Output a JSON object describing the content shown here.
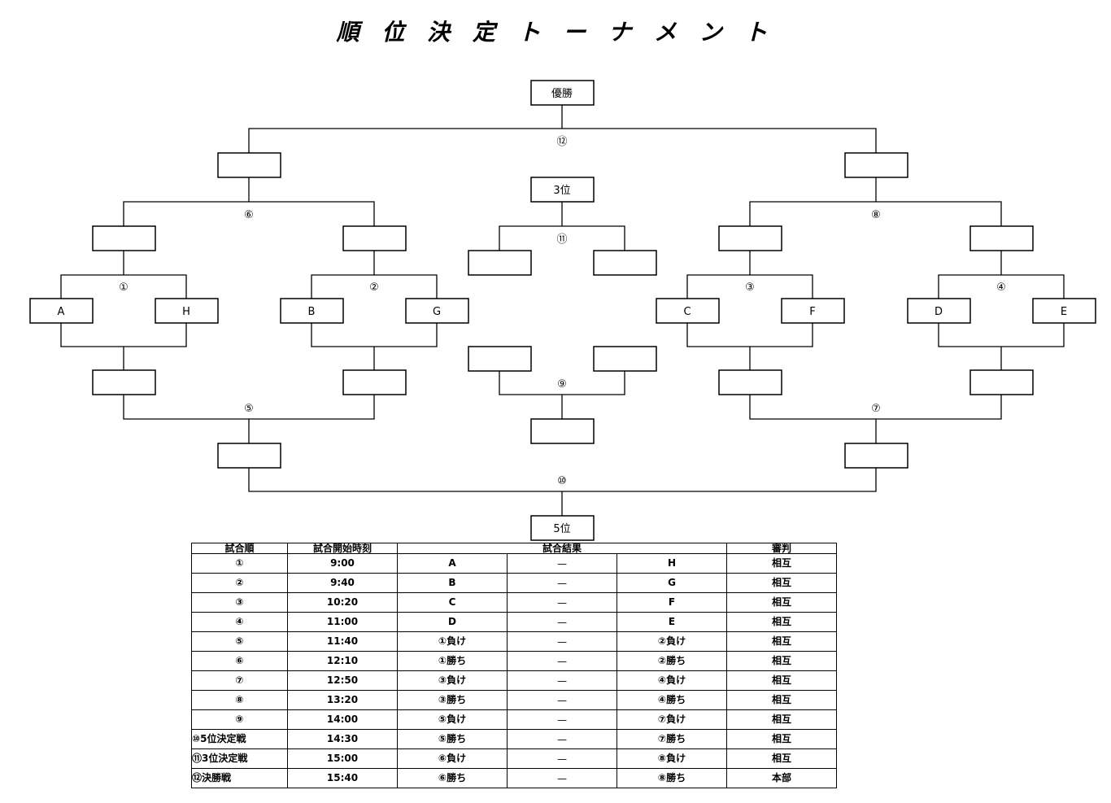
{
  "title": "順 位 決 定 ト ー ナ メ ン ト",
  "bracket": {
    "winner_label": "優勝",
    "third_label": "3位",
    "fifth_label": "5位",
    "teams": [
      "A",
      "H",
      "B",
      "G",
      "C",
      "F",
      "D",
      "E"
    ],
    "match_numbers": {
      "m1": "①",
      "m2": "②",
      "m3": "③",
      "m4": "④",
      "m5": "⑤",
      "m6": "⑥",
      "m7": "⑦",
      "m8": "⑧",
      "m9": "⑨",
      "m10": "⑩",
      "m11": "⑪",
      "m12": "⑫"
    }
  },
  "schedule": {
    "headers": {
      "order": "試合順",
      "start": "試合開始時刻",
      "result": "試合結果",
      "referee": "審判"
    },
    "vs_mark": "—",
    "rows": [
      {
        "order": "①",
        "time": "9:00",
        "left": "A",
        "right": "H",
        "referee": "相互"
      },
      {
        "order": "②",
        "time": "9:40",
        "left": "B",
        "right": "G",
        "referee": "相互"
      },
      {
        "order": "③",
        "time": "10:20",
        "left": "C",
        "right": "F",
        "referee": "相互"
      },
      {
        "order": "④",
        "time": "11:00",
        "left": "D",
        "right": "E",
        "referee": "相互"
      },
      {
        "order": "⑤",
        "time": "11:40",
        "left": "①負け",
        "right": "②負け",
        "referee": "相互"
      },
      {
        "order": "⑥",
        "time": "12:10",
        "left": "①勝ち",
        "right": "②勝ち",
        "referee": "相互"
      },
      {
        "order": "⑦",
        "time": "12:50",
        "left": "③負け",
        "right": "④負け",
        "referee": "相互"
      },
      {
        "order": "⑧",
        "time": "13:20",
        "left": "③勝ち",
        "right": "④勝ち",
        "referee": "相互"
      },
      {
        "order": "⑨",
        "time": "14:00",
        "left": "⑤負け",
        "right": "⑦負け",
        "referee": "相互"
      },
      {
        "order": "⑩5位決定戦",
        "time": "14:30",
        "left": "⑤勝ち",
        "right": "⑦勝ち",
        "referee": "相互"
      },
      {
        "order": "⑪3位決定戦",
        "time": "15:00",
        "left": "⑥負け",
        "right": "⑧負け",
        "referee": "相互"
      },
      {
        "order": "⑫決勝戦",
        "time": "15:40",
        "left": "⑥勝ち",
        "right": "⑧勝ち",
        "referee": "本部"
      }
    ]
  }
}
